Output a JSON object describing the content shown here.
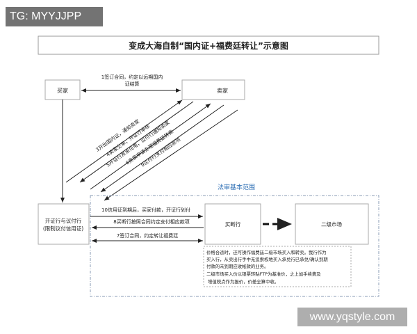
{
  "title": "变成大海自制“国内证+福费廷转让”示意图",
  "nodes": {
    "buyer": "买家",
    "seller": "卖家",
    "issuing_bank_line1": "开证行与议付行",
    "issuing_bank_line2": "(限制议付信用证)",
    "buying_bank": "买断行",
    "secondary_market": "二级市场"
  },
  "edges": {
    "e1_line1": "1签订合同，约定以远期国内",
    "e1_line2": "证结算",
    "e3": "3开出国内证，通知卖家",
    "e4": "4卖家交单，开证行审核",
    "e5": "5开证行发承兑电，议付行通知卖家",
    "e6": "6卖家申请办理福费廷转卖",
    "e9": "9议付行支付相应款项",
    "e10": "10信用证到期后，买家付款，开证行划付",
    "e8": "8买断行按照合同约定支付相应款项",
    "e7": "7签订合同，约定转让福费廷"
  },
  "scope_label": "法审基本范围",
  "note": [
    "价格合适时，还可操作福费廷二级市场买入和转卖。我行作为",
    "买入行，从卖出行手中无追索权地买入承兑行已承兑/确认到期",
    "付款的未到期应收帐款的业务。",
    "二级市场买入价以银票转贴FTP为基准价，之上加手续费及",
    "增值税点作为报价，价差全算中收。"
  ],
  "watermark_top": "TG: MYYJJPP",
  "watermark_bottom": "www.yqstyle.com",
  "colors": {
    "scope_label": "#2e6fb5",
    "scope_border": "#8a9bb5"
  }
}
